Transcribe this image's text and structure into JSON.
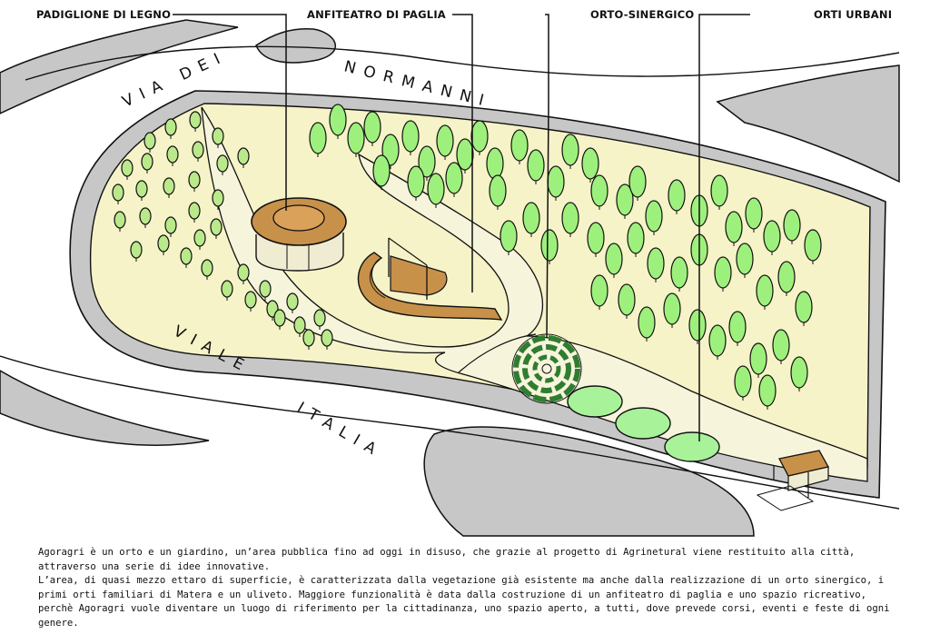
{
  "labels": {
    "padiglione": "PADIGLIONE DI LEGNO",
    "anfiteatro": "ANFITEATRO DI PAGLIA",
    "orto_sinergico": "ORTO-SINERGICO",
    "orti_urbani": "ORTI URBANI"
  },
  "streets": {
    "via_dei": "VIA DEI",
    "normanni": "NORMANNI",
    "viale": "VIALE",
    "italia": "ITALIA"
  },
  "description": {
    "p1": "Agoragri è un orto e un giardino, un’area pubblica fino ad oggi in disuso, che grazie al progetto di Agrinetural viene restituito alla città, attraverso una serie di idee innovative.",
    "p2": "L’area, di quasi mezzo ettaro di superficie, è caratterizzata dalla vegetazione già esistente ma anche dalla realizzazione di un orto sinergico, i primi orti familiari di Matera e un uliveto. Maggiore funzionalità è data dalla costruzione di un anfiteatro di paglia e uno spazio ricreativo, perchè Agoragri vuole diventare un luogo di riferimento per la cittadinanza, uno spazio aperto, a tutti, dove prevede corsi, eventi e feste di ogni genere."
  },
  "colors": {
    "park_fill": "#f6f3c8",
    "path_fill": "#f7f4dc",
    "road_gray": "#c7c7c7",
    "tree_olive": "#b9e98a",
    "tree_bright": "#9ef07d",
    "wood": "#c8914a",
    "outline": "#111111"
  },
  "icons": {
    "tree": "tree-icon",
    "pavilion": "wooden-pavilion-icon",
    "amphitheatre": "straw-amphitheatre-icon",
    "synergic_garden": "spiral-garden-icon",
    "urban_plot": "urban-garden-plot-icon",
    "bench": "bench-icon"
  }
}
